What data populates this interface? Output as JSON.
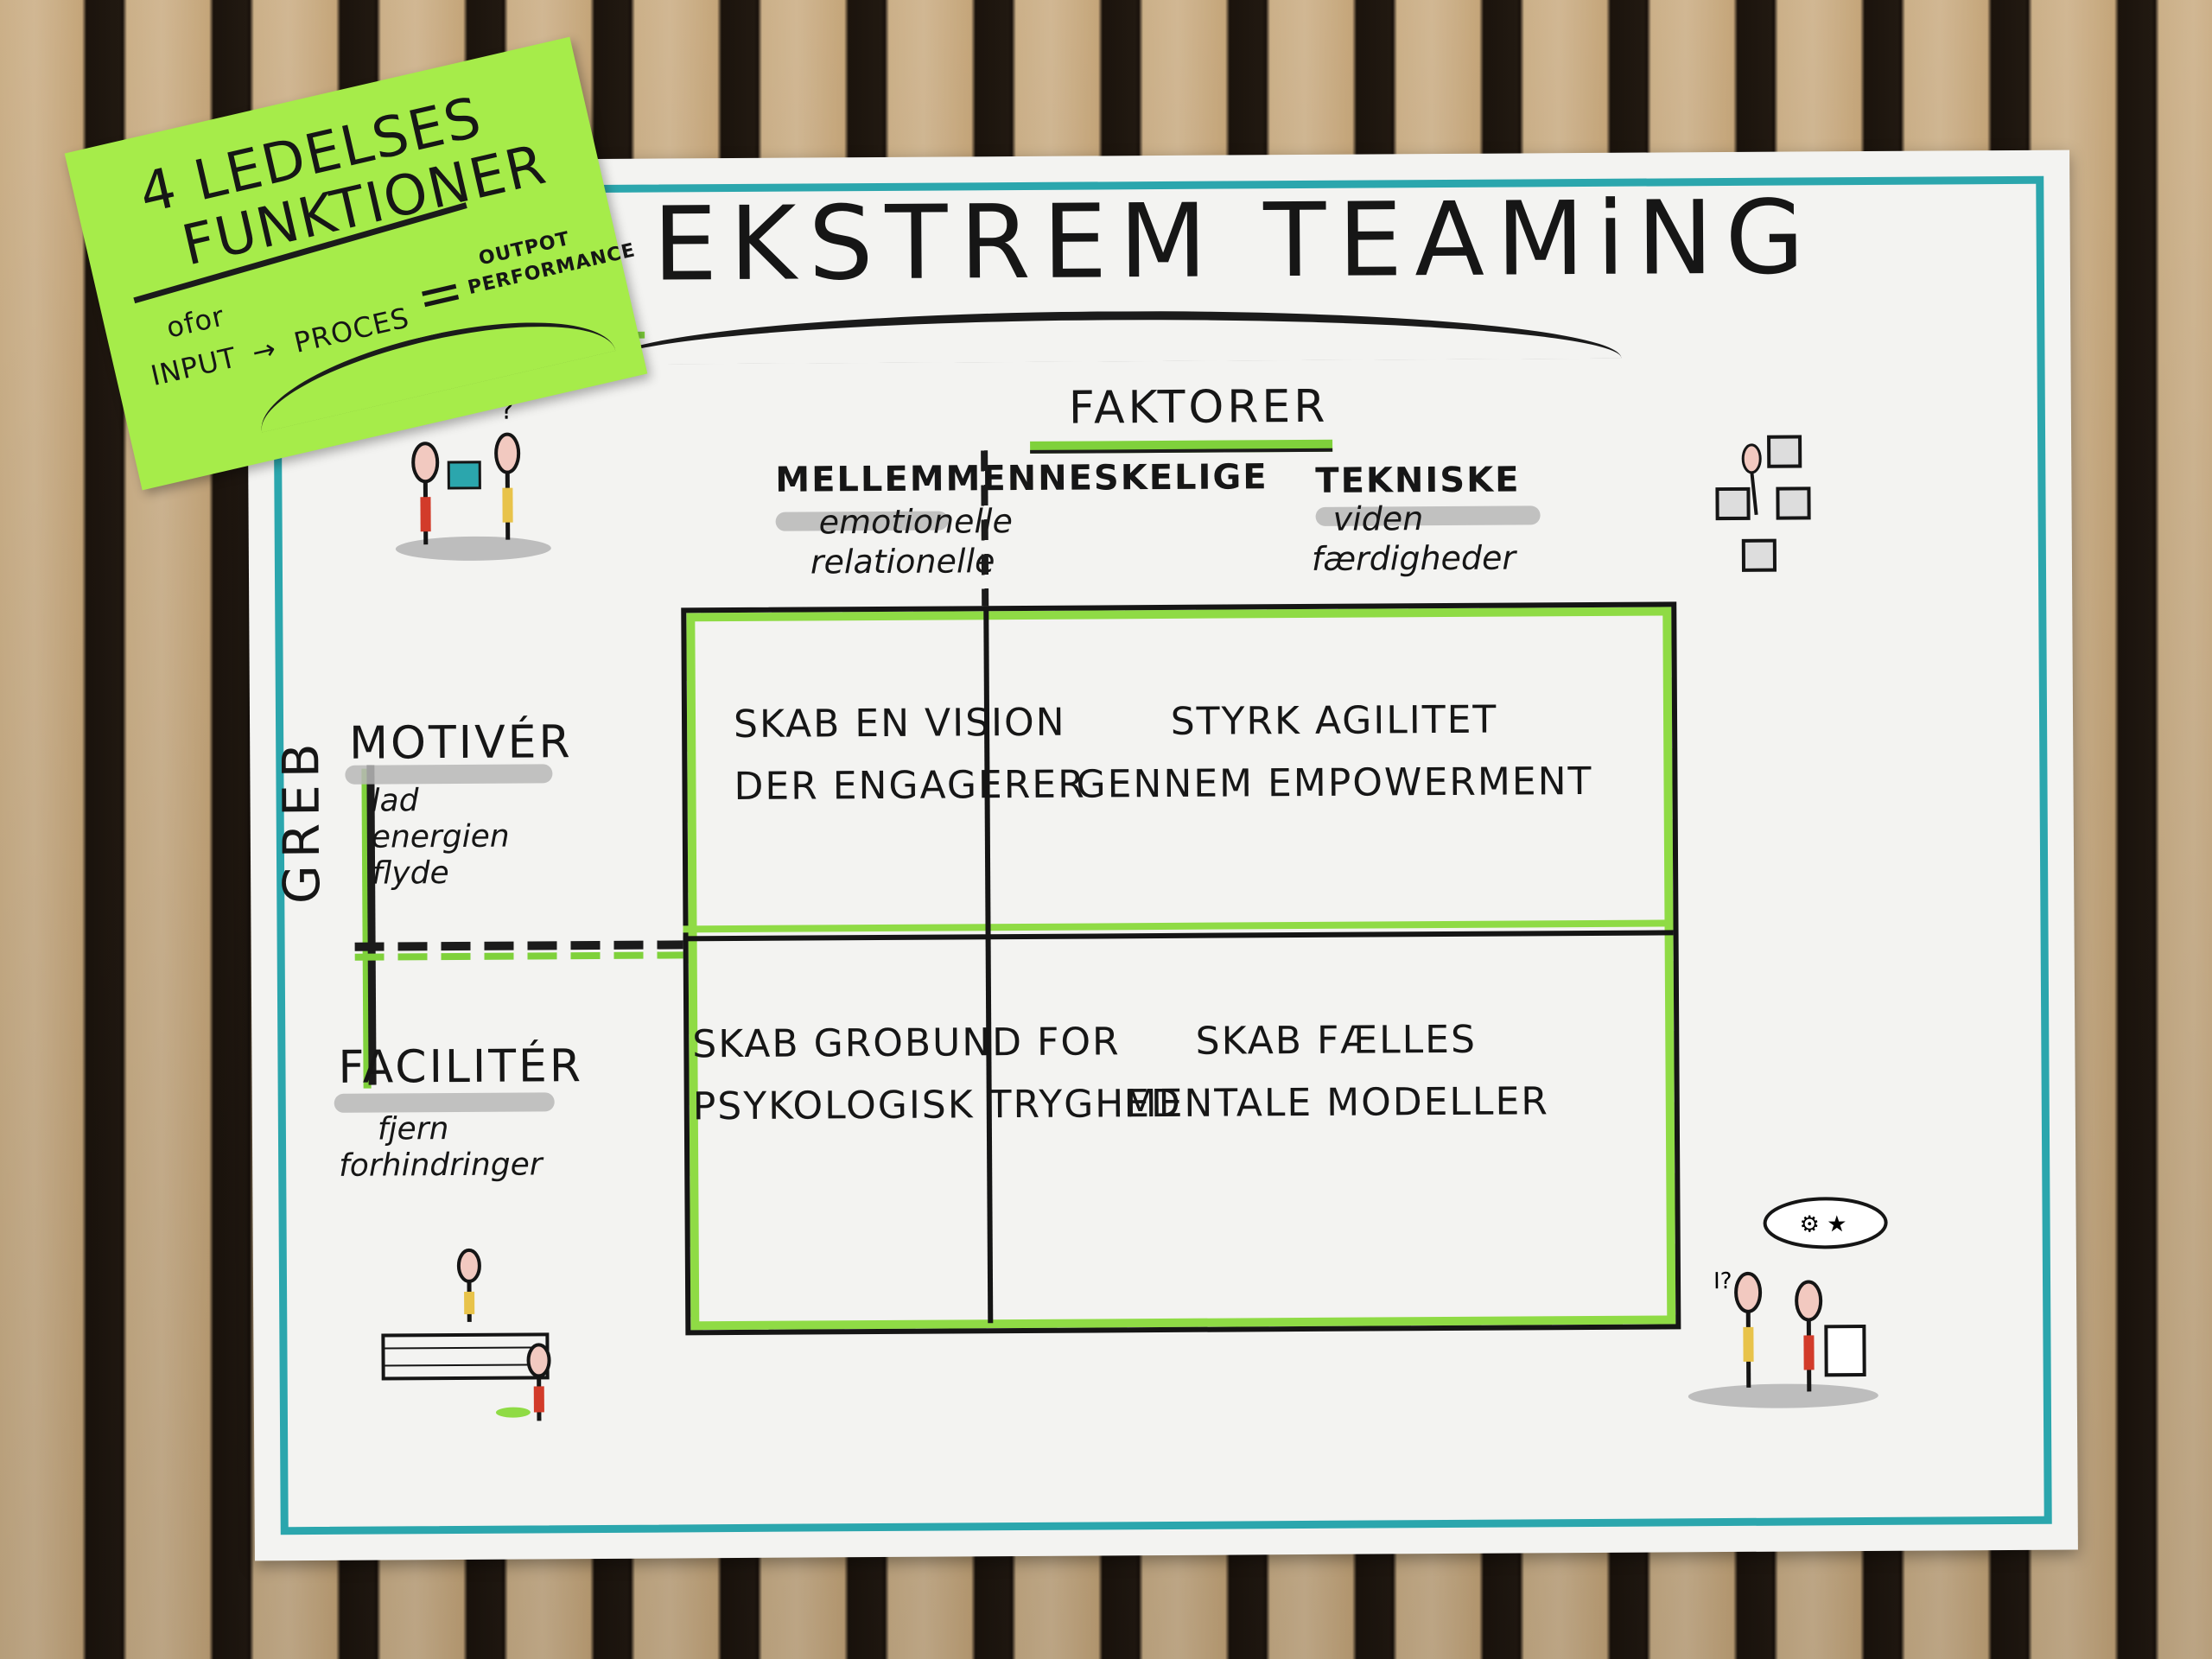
{
  "sticky": {
    "line1": "4 LEDELSES",
    "line2": "FUNKTIONER",
    "ofor": "ofor",
    "input": "INPUT",
    "proces": "PROCES",
    "equals": "=",
    "output": "OUTPOT",
    "performance": "PERFORMANCE"
  },
  "poster": {
    "title": "EKSTREM TEAMiNG",
    "factors_label": "FAKTORER",
    "columns": [
      {
        "heading": "MELLEMMENNESKELIGE",
        "sub1": "emotionelle",
        "sub2": "relationelle"
      },
      {
        "heading": "TEKNISKE",
        "sub1": "viden",
        "sub2": "færdigheder"
      }
    ],
    "grip_label": "GREB",
    "rows": [
      {
        "heading": "MOTIVÉR",
        "sub1": "lad",
        "sub2": "energien",
        "sub3": "flyde"
      },
      {
        "heading": "FACILITÉR",
        "sub1": "fjern",
        "sub2": "forhindringer"
      }
    ],
    "cells": [
      {
        "line1": "SKAB EN VISION",
        "line2": "DER ENGAGERER"
      },
      {
        "line1": "STYRK AGILITET",
        "line2": "GENNEM EMPOWERMENT"
      },
      {
        "line1": "SKAB GROBUND FOR",
        "line2": "PSYKOLOGISK TRYGHED"
      },
      {
        "line1": "SKAB FÆLLES",
        "line2": "MENTALE MODELLER"
      }
    ],
    "doodle_marks": {
      "question": "?",
      "idea": "I?"
    }
  },
  "colors": {
    "frame": "#2ba6ad",
    "accent_green": "#8fdb45",
    "sticky": "#a6ec4a",
    "ink": "#161616"
  }
}
